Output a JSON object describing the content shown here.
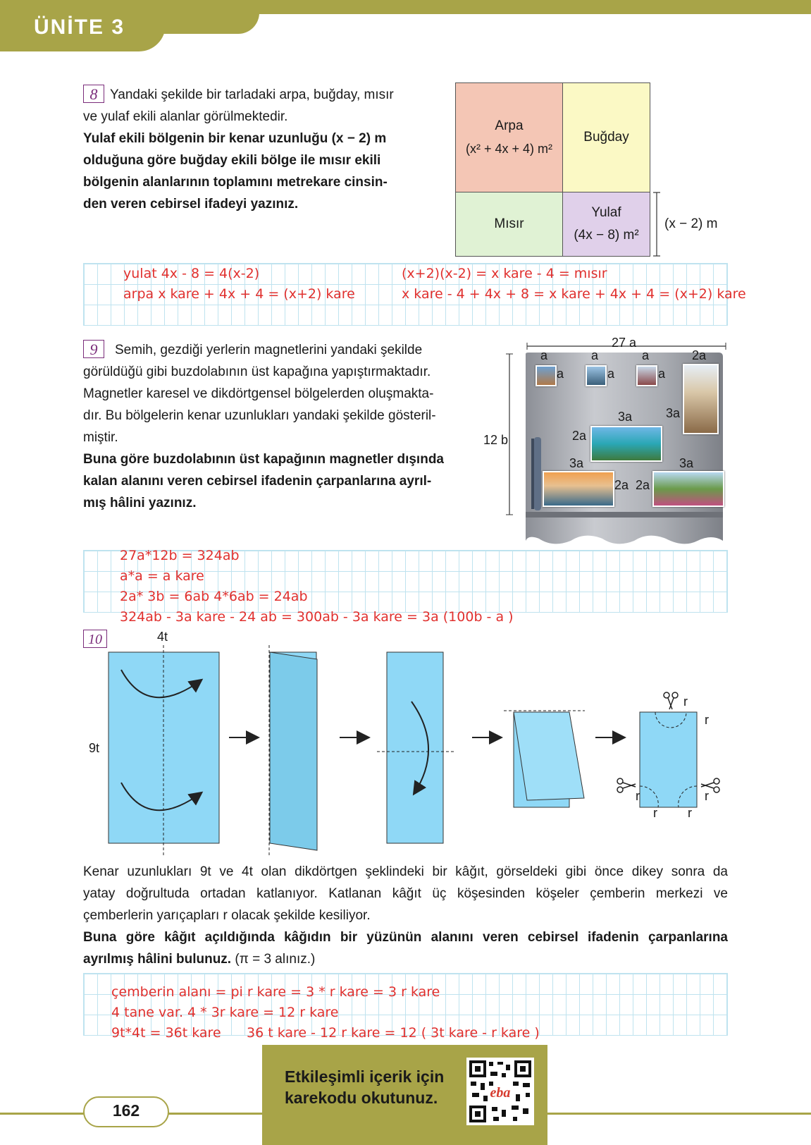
{
  "header": {
    "unit": "ÜNİTE 3"
  },
  "q8": {
    "num": "8",
    "text_l1": "Yandaki şekilde bir tarladaki arpa, buğday, mısır",
    "text_l2": "ve yulaf ekili alanlar görülmektedir.",
    "bold_l1": "Yulaf ekili bölgenin bir kenar uzunluğu (x − 2) m",
    "bold_l2": "olduğuna göre buğday ekili bölge ile mısır ekili",
    "bold_l3": "bölgenin alanlarının toplamını metrekare cinsin-",
    "bold_l4": "den veren cebirsel ifadeyi yazınız.",
    "arpa": "Arpa",
    "arpa_area": "(x² + 4x + 4) m²",
    "bugday": "Buğday",
    "misir": "Mısır",
    "yulaf": "Yulaf",
    "yulaf_area": "(4x − 8) m²",
    "side": "(x − 2) m",
    "colors": {
      "arpa": "#f4c6b5",
      "bugday": "#fbf9c5",
      "misir": "#e0f2d4",
      "yulaf": "#e0d0ea"
    },
    "answer": [
      "yulat 4x - 8 = 4(x-2)",
      "arpa x kare + 4x + 4 = (x+2) kare",
      "(x+2)(x-2) = x kare - 4 = mısır",
      "x kare - 4 + 4x + 8 = x kare + 4x + 4 = (x+2) kare"
    ]
  },
  "q9": {
    "num": "9",
    "l1": "Semih, gezdiği yerlerin magnetlerini yandaki şekilde",
    "l2": "görüldüğü gibi buzdolabının üst kapağına yapıştırmaktadır.",
    "l3": "Magnetler karesel ve dikdörtgensel bölgelerden oluşmakta-",
    "l4": "dır. Bu bölgelerin kenar uzunlukları yandaki şekilde gösteril-",
    "l5": "miştir.",
    "b1": "Buna göre buzdolabının üst kapağının magnetler dışında",
    "b2": "kalan alanını veren cebirsel ifadenin çarpanlarına ayrıl-",
    "b3": "mış hâlini yazınız.",
    "width_label": "27 a",
    "height_label": "12 b",
    "a": "a",
    "two_a": "2a",
    "three_a": "3a",
    "answer": [
      "27a*12b  = 324ab",
      "a*a = a kare",
      "2a* 3b = 6ab   4*6ab = 24ab",
      "324ab - 3a kare - 24 ab = 300ab - 3a kare = 3a (100b - a )"
    ]
  },
  "q10": {
    "num": "10",
    "four_t": "4t",
    "nine_t": "9t",
    "r": "r",
    "p1": "Kenar uzunlukları 9t ve 4t olan dikdörtgen şeklindeki bir kâğıt, görseldeki gibi önce dikey sonra da",
    "p2": "yatay doğrultuda ortadan katlanıyor. Katlanan kâğıt üç köşesinden köşeler çemberin merkezi ve",
    "p3": "çemberlerin yarıçapları r olacak şekilde kesiliyor.",
    "b1": "Buna göre kâğıt açıldığında kâğıdın bir yüzünün alanını veren cebirsel ifadenin çarpanlarına",
    "b2": "ayrılmış hâlini bulunuz.",
    "b2_tail": "(π = 3 alınız.)",
    "paper_color": "#8fd8f6",
    "answer": [
      "çemberin alanı = pi r kare = 3 * r kare = 3 r kare",
      "4 tane var. 4 * 3r kare = 12 r kare",
      "9t*4t = 36t kare",
      "36 t kare - 12 r kare = 12 ( 3t kare - r kare )"
    ]
  },
  "footer": {
    "qr_l1": "Etkileşimli içerik için",
    "qr_l2": "karekodu okutunuz.",
    "qr_logo": "eba",
    "page": "162"
  }
}
